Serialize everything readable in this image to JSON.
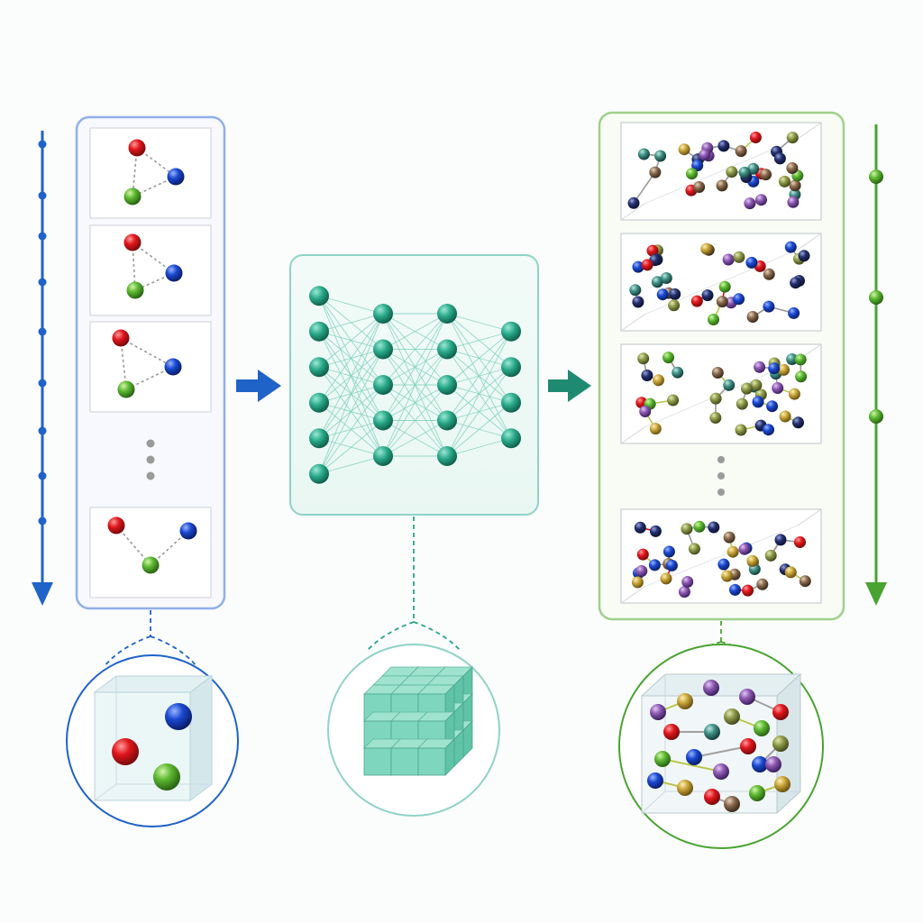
{
  "colors": {
    "blue": "#1f62c8",
    "blue_panel": "#8fb0ea",
    "teal": "#26a587",
    "teal_panel": "#8fd3c6",
    "green": "#49a331",
    "green_panel": "#9fd08a",
    "atom_red": "#d2141a",
    "atom_blue": "#1844c8",
    "atom_green": "#5cb832",
    "atom_purple": "#8c58b0",
    "atom_gold": "#c9a63a",
    "atom_olive": "#8e9a4a",
    "atom_navy": "#24306e",
    "atom_teal": "#3f8f86",
    "atom_brown": "#8a6a4e",
    "bond_gray": "#9a9a9a"
  },
  "icons": {
    "input_flow": "down-arrow-icon",
    "output_flow": "down-arrow-icon",
    "step_arrow": "right-arrow-icon",
    "ellipsis": "vertical-ellipsis-icon",
    "voxel_grid": "cube-grid-icon",
    "input_volume": "cube-with-atoms-icon",
    "output_volume": "cube-with-atoms-icon"
  },
  "network": {
    "layers": [
      6,
      5,
      5,
      4
    ]
  },
  "diagram": {
    "input_frames_before_ellipsis": 3,
    "input_frames_after_ellipsis": 1,
    "output_frames_before_ellipsis": 3,
    "output_frames_after_ellipsis": 1
  }
}
